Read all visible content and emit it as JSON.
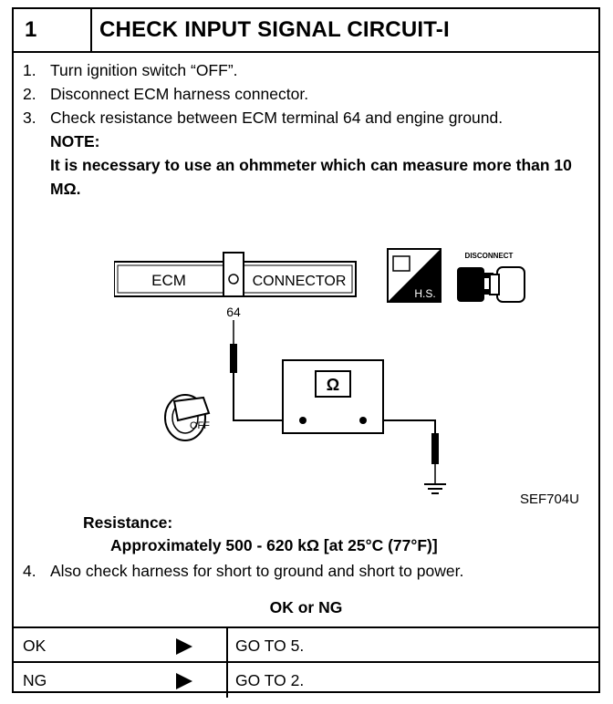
{
  "header": {
    "number": "1",
    "title": "CHECK INPUT SIGNAL CIRCUIT-I"
  },
  "steps": [
    {
      "num": "1.",
      "text": "Turn ignition switch “OFF”."
    },
    {
      "num": "2.",
      "text": "Disconnect ECM harness connector."
    },
    {
      "num": "3.",
      "text": "Check resistance between ECM terminal 64 and engine ground."
    }
  ],
  "note": {
    "heading": "NOTE:",
    "text": "It is necessary to use an ohmmeter which can measure more than 10 MΩ."
  },
  "diagram": {
    "ecm_label": "ECM",
    "connector_label": "CONNECTOR",
    "terminal": "64",
    "meter_symbol": "Ω",
    "hs_label": "H.S.",
    "disconnect_label": "DISCONNECT",
    "key_label": "OFF",
    "figure_code": "SEF704U"
  },
  "resistance": {
    "label": "Resistance:",
    "value": "Approximately 500 - 620 kΩ [at 25°C (77°F)]"
  },
  "step4": {
    "num": "4.",
    "text": "Also check harness for short to ground and short to power."
  },
  "ok_or_ng": "OK or NG",
  "results": [
    {
      "label": "OK",
      "action": "GO TO 5."
    },
    {
      "label": "NG",
      "action": "GO TO 2."
    }
  ]
}
